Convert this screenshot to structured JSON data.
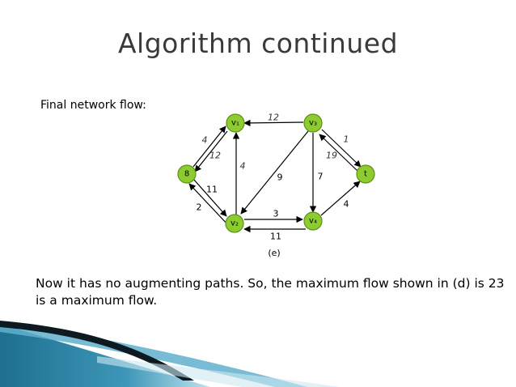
{
  "slide": {
    "title": "Algorithm continued",
    "label": "Final network flow:",
    "body": "Now it has no augmenting paths. So, the maximum flow shown in (d) is 23 is a maximum flow."
  },
  "diagram": {
    "caption": "(e)",
    "nodes": {
      "s": "8",
      "v1": "v₁",
      "v2": "v₂",
      "v3": "v₃",
      "v4": "v₄",
      "t": "t"
    },
    "edge_labels": {
      "v3_v1": "12",
      "s_v1_a": "4",
      "s_v1_b": "12",
      "v2_v1": "4",
      "v2_v3": "9",
      "v3_v4": "7",
      "v3_t_a": "1",
      "v3_t_b": "19",
      "v4_t": "4",
      "s_v2_a": "11",
      "s_v2_b": "2",
      "v2_v4": "3",
      "v4_v2": "11"
    }
  },
  "colors": {
    "node_fill": "#8ccc2e",
    "ribbon_dark": "#1f6f8f",
    "ribbon_light": "#7fc3d9"
  }
}
